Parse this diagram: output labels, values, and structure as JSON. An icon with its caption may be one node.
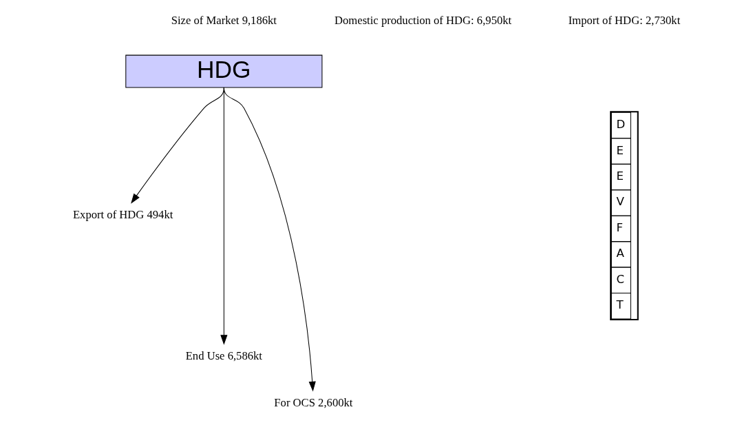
{
  "diagram": {
    "nodes": [
      {
        "text": [
          "HDG"
        ]
      },
      {
        "text": [
          "Export of HDG 494kt"
        ]
      },
      {
        "text": [
          "End Use 6,586kt"
        ]
      },
      {
        "text": [
          "For OCS 2,600kt"
        ]
      }
    ],
    "edges": [
      {
        "from": 0,
        "to": 1,
        "arrow": "to"
      },
      {
        "from": 0,
        "to": 2,
        "arrow": "to"
      },
      {
        "from": 0,
        "to": 3,
        "arrow": "to"
      }
    ],
    "labels": [
      "Size of Market 9,186kt",
      "Domestic production of HDG: 6,950kt",
      "Import of HDG: 2,730kt",
      "D",
      "E",
      "E",
      "V",
      "F",
      "A",
      "C",
      "T"
    ]
  }
}
